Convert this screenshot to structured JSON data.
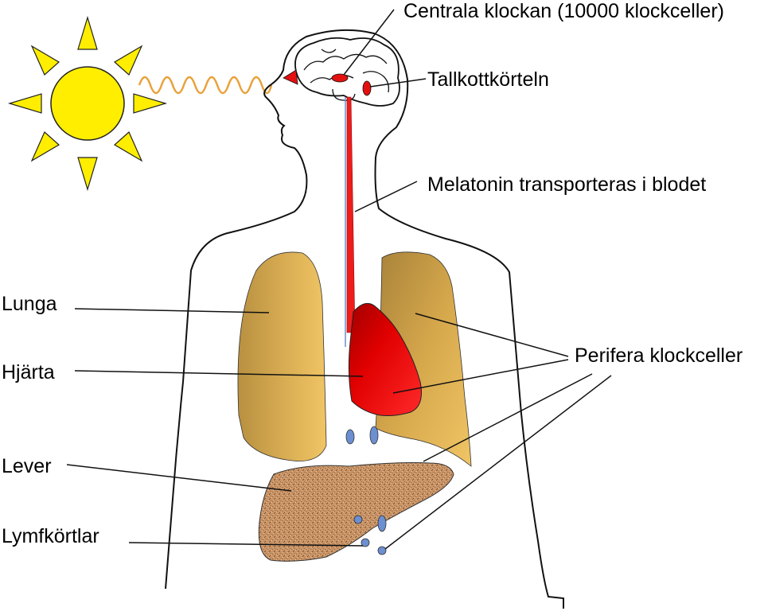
{
  "labels": {
    "central_clock": "Centrala klockan (10000 klockceller)",
    "pineal": "Tallkottkörteln",
    "melatonin": "Melatonin transporteras i blodet",
    "lung": "Lunga",
    "heart": "Hjärta",
    "liver": "Lever",
    "lymph_nodes": "Lymfkörtlar",
    "peripheral": "Perifera klockceller"
  },
  "colors": {
    "sun": "#ffee00",
    "sun_outline": "#222222",
    "light_wave": "#e8a23a",
    "clock_red": "#e31010",
    "blood_vessel": "#ee1c1c",
    "lung": "#d9ac50",
    "lung_dark": "#a8823a",
    "heart": "#dd0000",
    "liver": "#c48a5a",
    "lymph": "#6b8fd0",
    "outline": "#111111"
  }
}
